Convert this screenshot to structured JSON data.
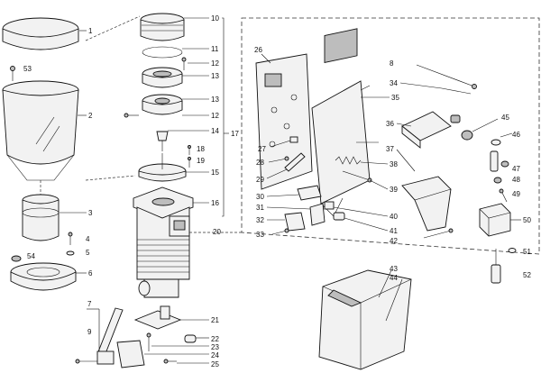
{
  "callouts": [
    "1",
    "2",
    "3",
    "4",
    "5",
    "6",
    "7",
    "8",
    "9",
    "10",
    "11",
    "12",
    "13",
    "14",
    "15",
    "16",
    "17",
    "18",
    "19",
    "20",
    "21",
    "22",
    "23",
    "24",
    "25",
    "26",
    "27",
    "28",
    "29",
    "30",
    "31",
    "32",
    "33",
    "34",
    "35",
    "36",
    "37",
    "38",
    "39",
    "40",
    "41",
    "42",
    "43",
    "44",
    "45",
    "46",
    "47",
    "48",
    "49",
    "50",
    "51",
    "52",
    "53",
    "54"
  ],
  "labels": {
    "c1": "1",
    "c2": "2",
    "c3": "3",
    "c4": "4",
    "c5": "5",
    "c6": "6",
    "c7": "7",
    "c8": "8",
    "c9": "9",
    "c10": "10",
    "c11": "11",
    "c12a": "12",
    "c12b": "12",
    "c13a": "13",
    "c13b": "13",
    "c14": "14",
    "c15": "15",
    "c16": "16",
    "c17": "17",
    "c18": "18",
    "c19": "19",
    "c20": "20",
    "c21": "21",
    "c22": "22",
    "c23": "23",
    "c24": "24",
    "c25": "25",
    "c26": "26",
    "c27": "27",
    "c28": "28",
    "c29": "29",
    "c30": "30",
    "c31": "31",
    "c32": "32",
    "c33": "33",
    "c34": "34",
    "c35": "35",
    "c36": "36",
    "c37": "37",
    "c38": "38",
    "c39": "39",
    "c40": "40",
    "c41": "41",
    "c42": "42",
    "c43": "43",
    "c44": "44",
    "c45": "45",
    "c46": "46",
    "c47": "47",
    "c48": "48",
    "c49": "49",
    "c50": "50",
    "c51": "51",
    "c52": "52",
    "c53": "53",
    "c54": "54"
  }
}
